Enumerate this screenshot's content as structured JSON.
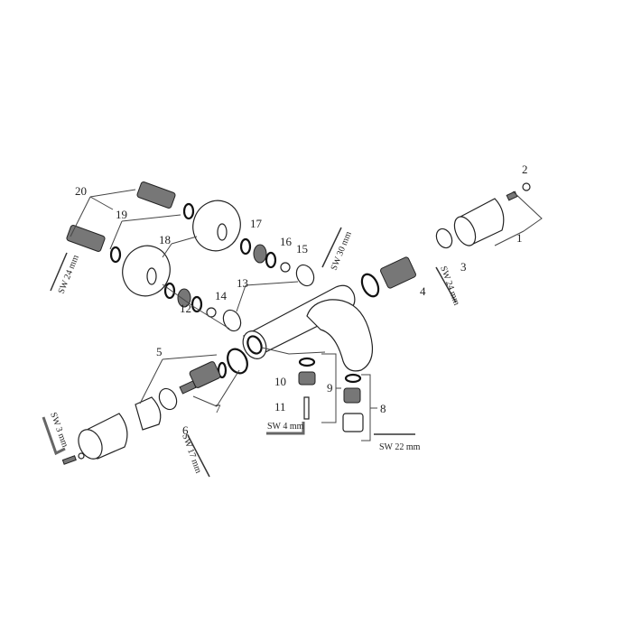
{
  "diagram": {
    "part_numbers": [
      "1",
      "2",
      "3",
      "4",
      "5",
      "6",
      "7",
      "8",
      "9",
      "10",
      "11",
      "12",
      "13",
      "14",
      "15",
      "16",
      "17",
      "18",
      "19",
      "20"
    ],
    "tool_labels": {
      "sw24_left": "SW 24 mm",
      "sw30": "SW 30 mm",
      "sw24_right": "SW 24 mm",
      "sw17": "SW 17 mm",
      "sw3": "SW 3 mm",
      "sw4": "SW 4 mm",
      "sw22": "SW 22 mm"
    }
  }
}
